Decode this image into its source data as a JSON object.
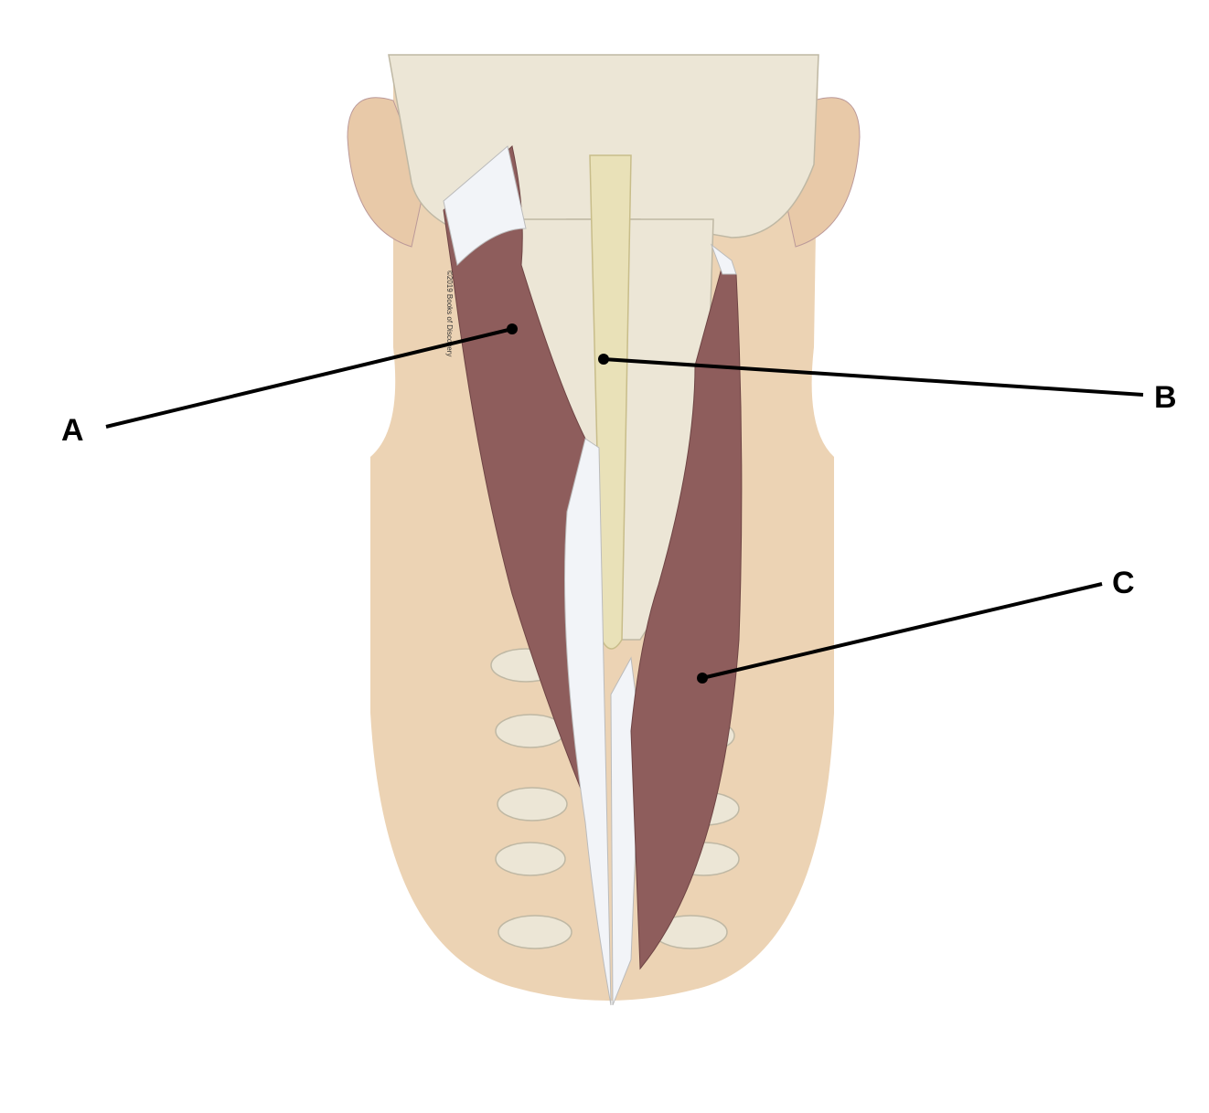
{
  "diagram": {
    "labels": [
      {
        "id": "A",
        "text": "A"
      },
      {
        "id": "B",
        "text": "B"
      },
      {
        "id": "C",
        "text": "C"
      }
    ],
    "watermark": "©2019 Books of Discovery",
    "colors": {
      "skin": "#ecd3b4",
      "bone": "#ece6d6",
      "muscle": "#8e5d5c",
      "ligament": "#e9e1b8",
      "tendon": "#f2f4f8",
      "leader_line": "#000000"
    }
  }
}
